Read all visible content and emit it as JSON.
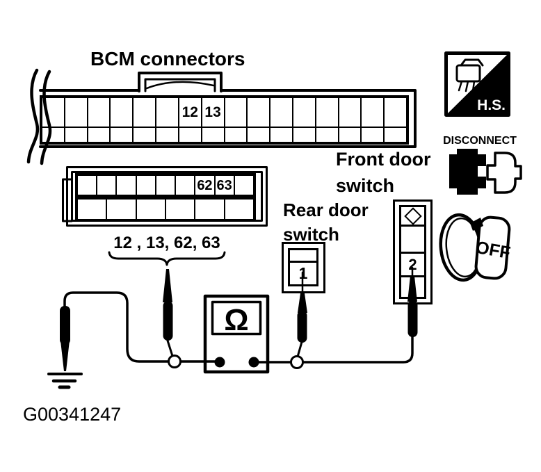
{
  "diagram": {
    "title_label": "BCM connectors",
    "figure_id": "G00341247",
    "pins_callout": "12 , 13, 62, 63",
    "front_door_switch": {
      "label_line1": "Front door",
      "label_line2": "switch",
      "pin": "2"
    },
    "rear_door_switch": {
      "label_line1": "Rear door",
      "label_line2": "switch",
      "pin": "1"
    },
    "meter": {
      "symbol": "Ω"
    },
    "badges": {
      "hs": {
        "label": "H.S."
      },
      "disconnect": {
        "label": "DISCONNECT"
      },
      "ignition_off": {
        "label": "OFF"
      }
    },
    "connectors": {
      "bcm_upper": {
        "rows": 2,
        "cols": 16,
        "labeled_cells": [
          {
            "row": 0,
            "col": 6,
            "label": "12"
          },
          {
            "row": 0,
            "col": 7,
            "label": "13"
          }
        ]
      },
      "bcm_lower": {
        "top_cols": 9,
        "bottom_cols": 6,
        "labeled_cells": [
          {
            "row": 0,
            "col": 6,
            "label": "62"
          },
          {
            "row": 0,
            "col": 7,
            "label": "63"
          }
        ]
      }
    },
    "colors": {
      "ink": "#000000",
      "paper": "#ffffff"
    }
  }
}
